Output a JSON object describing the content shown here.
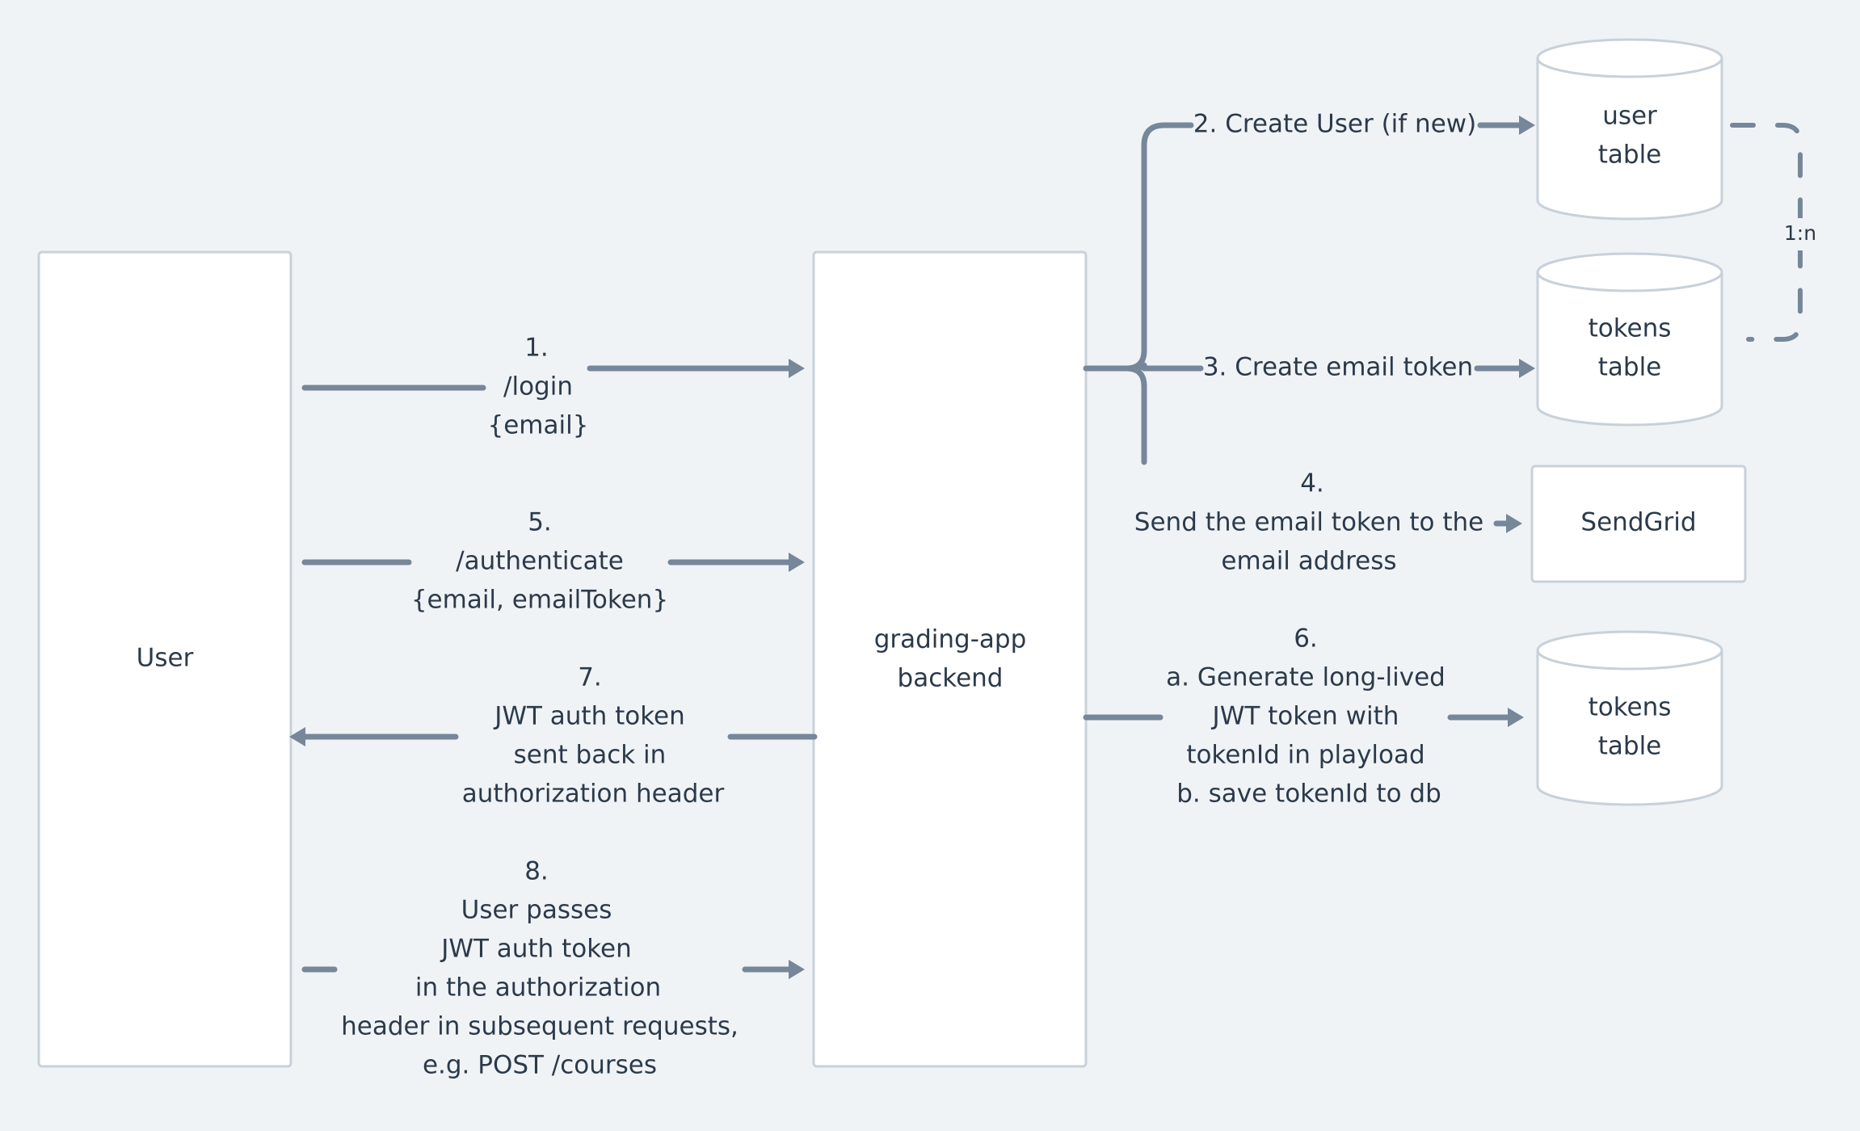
{
  "nodes": {
    "user": {
      "label": "User"
    },
    "backend": {
      "lines": [
        "grading-app",
        "backend"
      ]
    },
    "user_table": {
      "lines": [
        "user",
        "table"
      ]
    },
    "tokens_table": {
      "lines": [
        "tokens",
        "table"
      ]
    },
    "sendgrid": {
      "label": "SendGrid"
    },
    "tokens_table_2": {
      "lines": [
        "tokens",
        "table"
      ]
    }
  },
  "edges": {
    "login": {
      "lines": [
        "1.",
        "/login",
        "{email}"
      ]
    },
    "authenticate": {
      "lines": [
        "5.",
        "/authenticate",
        "{email, emailToken}"
      ]
    },
    "jwt_back": {
      "lines": [
        "7.",
        "JWT auth token",
        "sent back in",
        "authorization header"
      ]
    },
    "subsequent": {
      "lines": [
        "8.",
        "User passes",
        "JWT auth token",
        "in the authorization",
        "header in subsequent requests,",
        "e.g. POST /courses"
      ]
    },
    "create_user": {
      "label": "2. Create User (if new)"
    },
    "create_token": {
      "label": "3. Create email token"
    },
    "send_email": {
      "lines": [
        "4.",
        "Send the email token to the",
        "email address"
      ]
    },
    "generate_jwt": {
      "lines": [
        "6.",
        "a. Generate long-lived",
        "JWT token with",
        "tokenId in playload",
        "b. save tokenId to db"
      ]
    },
    "relation": {
      "label": "1:n"
    }
  },
  "colors": {
    "background": "#f0f3f6",
    "connector": "#76879a",
    "box_stroke": "#c8d1da",
    "box_fill": "#ffffff",
    "text": "#2b3a4a"
  }
}
